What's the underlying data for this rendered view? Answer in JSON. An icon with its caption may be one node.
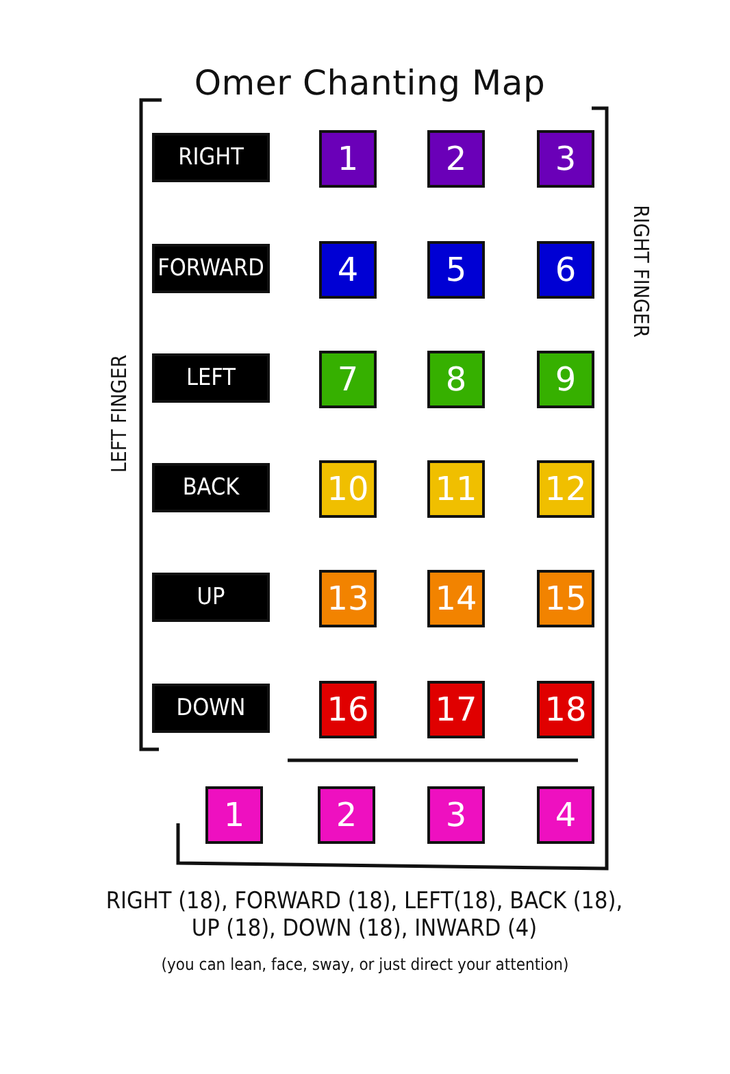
{
  "diagram": {
    "title": "Omer Chanting Map",
    "nodes": [
      {
        "text": [
          "RIGHT"
        ]
      },
      {
        "text": [
          "1"
        ]
      },
      {
        "text": [
          "2"
        ]
      },
      {
        "text": [
          "3"
        ]
      },
      {
        "text": [
          "FORWARD"
        ]
      },
      {
        "text": [
          "4"
        ]
      },
      {
        "text": [
          "5"
        ]
      },
      {
        "text": [
          "6"
        ]
      },
      {
        "text": [
          "LEFT"
        ]
      },
      {
        "text": [
          "7"
        ]
      },
      {
        "text": [
          "8"
        ]
      },
      {
        "text": [
          "9"
        ]
      },
      {
        "text": [
          "BACK"
        ]
      },
      {
        "text": [
          "10"
        ]
      },
      {
        "text": [
          "11"
        ]
      },
      {
        "text": [
          "12"
        ]
      },
      {
        "text": [
          "UP"
        ]
      },
      {
        "text": [
          "13"
        ]
      },
      {
        "text": [
          "14"
        ]
      },
      {
        "text": [
          "15"
        ]
      },
      {
        "text": [
          "DOWN"
        ]
      },
      {
        "text": [
          "16"
        ]
      },
      {
        "text": [
          "17"
        ]
      },
      {
        "text": [
          "18"
        ]
      },
      {
        "text": [
          "1"
        ]
      },
      {
        "text": [
          "2"
        ]
      },
      {
        "text": [
          "3"
        ]
      },
      {
        "text": [
          "4"
        ]
      }
    ],
    "labels": [
      "RIGHT FINGER",
      "LEFT FINGER",
      "RIGHT (18), FORWARD (18), LEFT(18), BACK (18), UP (18), DOWN (18), INWARD (4)",
      "(you can lean, face, sway, or just direct your attention)"
    ]
  }
}
